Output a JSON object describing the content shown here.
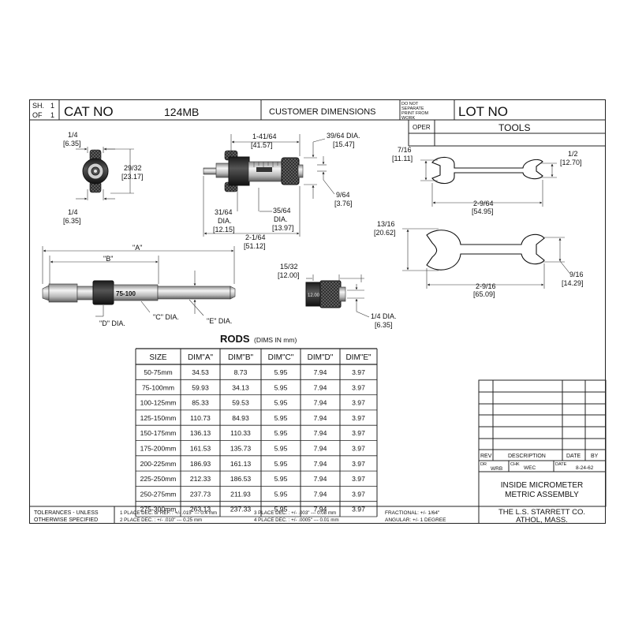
{
  "title_block": {
    "sheet_label": "SH.",
    "sheet_num": "1",
    "of_label": "OF",
    "of_num": "1",
    "cat_label": "CAT NO",
    "cat_value": "124MB",
    "customer_dims": "CUSTOMER DIMENSIONS",
    "do_not_separate": [
      "DO NOT",
      "SEPARATE",
      "PRINT FROM",
      "WORK"
    ],
    "lot_label": "LOT NO",
    "oper_label": "OPER",
    "tools_label": "TOOLS"
  },
  "dims": {
    "knob_top": [
      "1/4",
      "[6.35]"
    ],
    "knob_side": [
      "29/32",
      "[23.17]"
    ],
    "knob_bottom": [
      "1/4",
      "[6.35]"
    ],
    "head_len": [
      "1-41/64",
      "[41.57]"
    ],
    "head_dia": [
      "39/64 DIA.",
      "[15.47]"
    ],
    "head_small": [
      "9/64",
      "[3.76]"
    ],
    "head_31": [
      "31/64",
      "DIA.",
      "[12.15]"
    ],
    "head_35": [
      "35/64",
      "DIA.",
      "[13.97]"
    ],
    "head_total": [
      "2-1/64",
      "[51.12]"
    ],
    "wrench1_left": [
      "7/16",
      "[11.11]"
    ],
    "wrench1_right": [
      "1/2",
      "[12.70]"
    ],
    "wrench1_len": [
      "2-9/64",
      "[54.95]"
    ],
    "wrench2_left": [
      "13/16",
      "[20.62]"
    ],
    "wrench2_right": [
      "9/16",
      "[14.29]"
    ],
    "wrench2_len": [
      "2-9/16",
      "[65.09]"
    ],
    "collar_len": [
      "15/32",
      "[12.00]"
    ],
    "collar_dia": [
      "1/4 DIA.",
      "[6.35]"
    ],
    "rod_a": "\"A\"",
    "rod_b": "\"B\"",
    "rod_c": "\"C\" DIA.",
    "rod_d": "\"D\" DIA.",
    "rod_e": "\"E\" DIA.",
    "rod_mark": "75-100",
    "collar_mark": "12.00"
  },
  "rods_table": {
    "title": "RODS",
    "subtitle": "(DIMS IN mm)",
    "headers": [
      "SIZE",
      "DIM\"A\"",
      "DIM\"B\"",
      "DIM\"C\"",
      "DIM\"D\"",
      "DIM\"E\""
    ],
    "rows": [
      [
        "50-75mm",
        "34.53",
        "8.73",
        "5.95",
        "7.94",
        "3.97"
      ],
      [
        "75-100mm",
        "59.93",
        "34.13",
        "5.95",
        "7.94",
        "3.97"
      ],
      [
        "100-125mm",
        "85.33",
        "59.53",
        "5.95",
        "7.94",
        "3.97"
      ],
      [
        "125-150mm",
        "110.73",
        "84.93",
        "5.95",
        "7.94",
        "3.97"
      ],
      [
        "150-175mm",
        "136.13",
        "110.33",
        "5.95",
        "7.94",
        "3.97"
      ],
      [
        "175-200mm",
        "161.53",
        "135.73",
        "5.95",
        "7.94",
        "3.97"
      ],
      [
        "200-225mm",
        "186.93",
        "161.13",
        "5.95",
        "7.94",
        "3.97"
      ],
      [
        "225-250mm",
        "212.33",
        "186.53",
        "5.95",
        "7.94",
        "3.97"
      ],
      [
        "250-275mm",
        "237.73",
        "211.93",
        "5.95",
        "7.94",
        "3.97"
      ],
      [
        "275-300mm",
        "263.13",
        "237.33",
        "5.95",
        "7.94",
        "3.97"
      ]
    ]
  },
  "revision_block": {
    "rev": "REV",
    "description": "DESCRIPTION",
    "date": "DATE",
    "by": "BY",
    "dr_label": "DR",
    "dr_value": "WRB",
    "chk_label": "CHK",
    "chk_value": "WEC",
    "date_label": "DATE",
    "date_value": "8-24-62",
    "title_line1": "INSIDE MICROMETER",
    "title_line2": "METRIC ASSEMBLY",
    "company_line1": "THE L.S. STARRETT CO.",
    "company_line2": "ATHOL, MASS."
  },
  "tolerances": {
    "label1": "TOLERANCES - UNLESS",
    "label2": "OTHERWISE SPECIFIED",
    "one_place": "1 PLACE DEC. or REF. :  +/- .015\" --- 0.4 mm",
    "two_place": "2 PLACE DEC. :  +/- .010\" --- 0.25 mm",
    "three_place": "3 PLACE DEC. :  +/- .003\" --- 0.08 mm",
    "four_place": "4 PLACE DEC. :  +/- .0005\" --- 0.01 mm",
    "fractional": "FRACTIONAL:  +/- 1/64\"",
    "angular": "ANGULAR:  +/- 1 DEGREE"
  }
}
